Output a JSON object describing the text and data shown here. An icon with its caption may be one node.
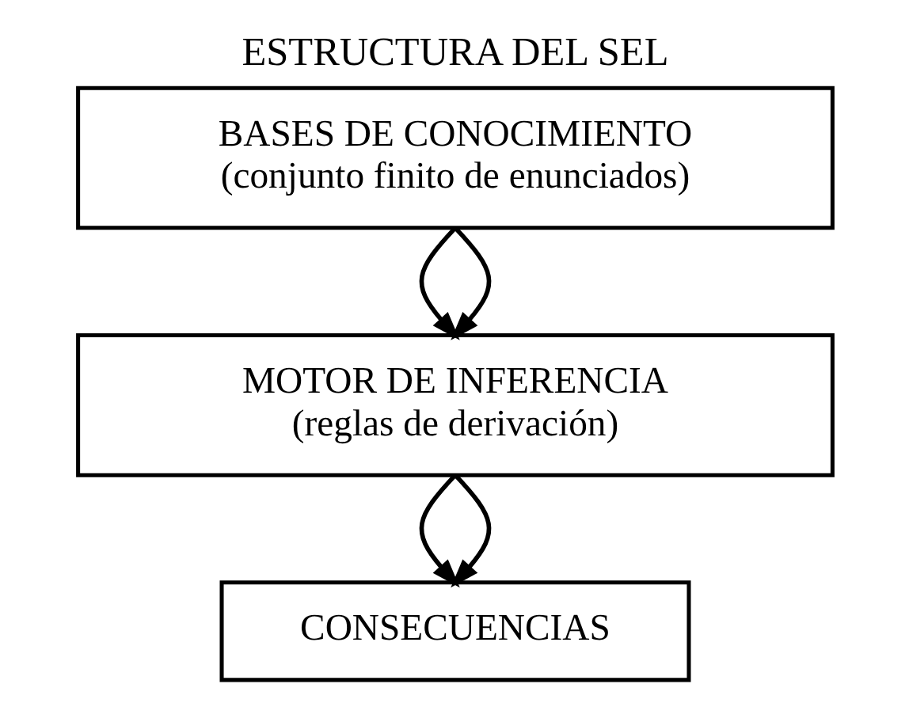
{
  "diagram": {
    "title": "ESTRUCTURA DEL SEL",
    "nodes": [
      {
        "text": [
          "BASES DE CONOCIMIENTO",
          "(conjunto finito de enunciados)"
        ]
      },
      {
        "text": [
          "MOTOR DE INFERENCIA",
          "(reglas de derivación)"
        ]
      },
      {
        "text": [
          "CONSECUENCIAS"
        ]
      }
    ],
    "edges": [
      {
        "from": 0,
        "to": 1,
        "arrow": "to"
      },
      {
        "from": 0,
        "to": 1,
        "arrow": "to"
      },
      {
        "from": 1,
        "to": 2,
        "arrow": "to"
      },
      {
        "from": 1,
        "to": 2,
        "arrow": "to"
      }
    ]
  }
}
